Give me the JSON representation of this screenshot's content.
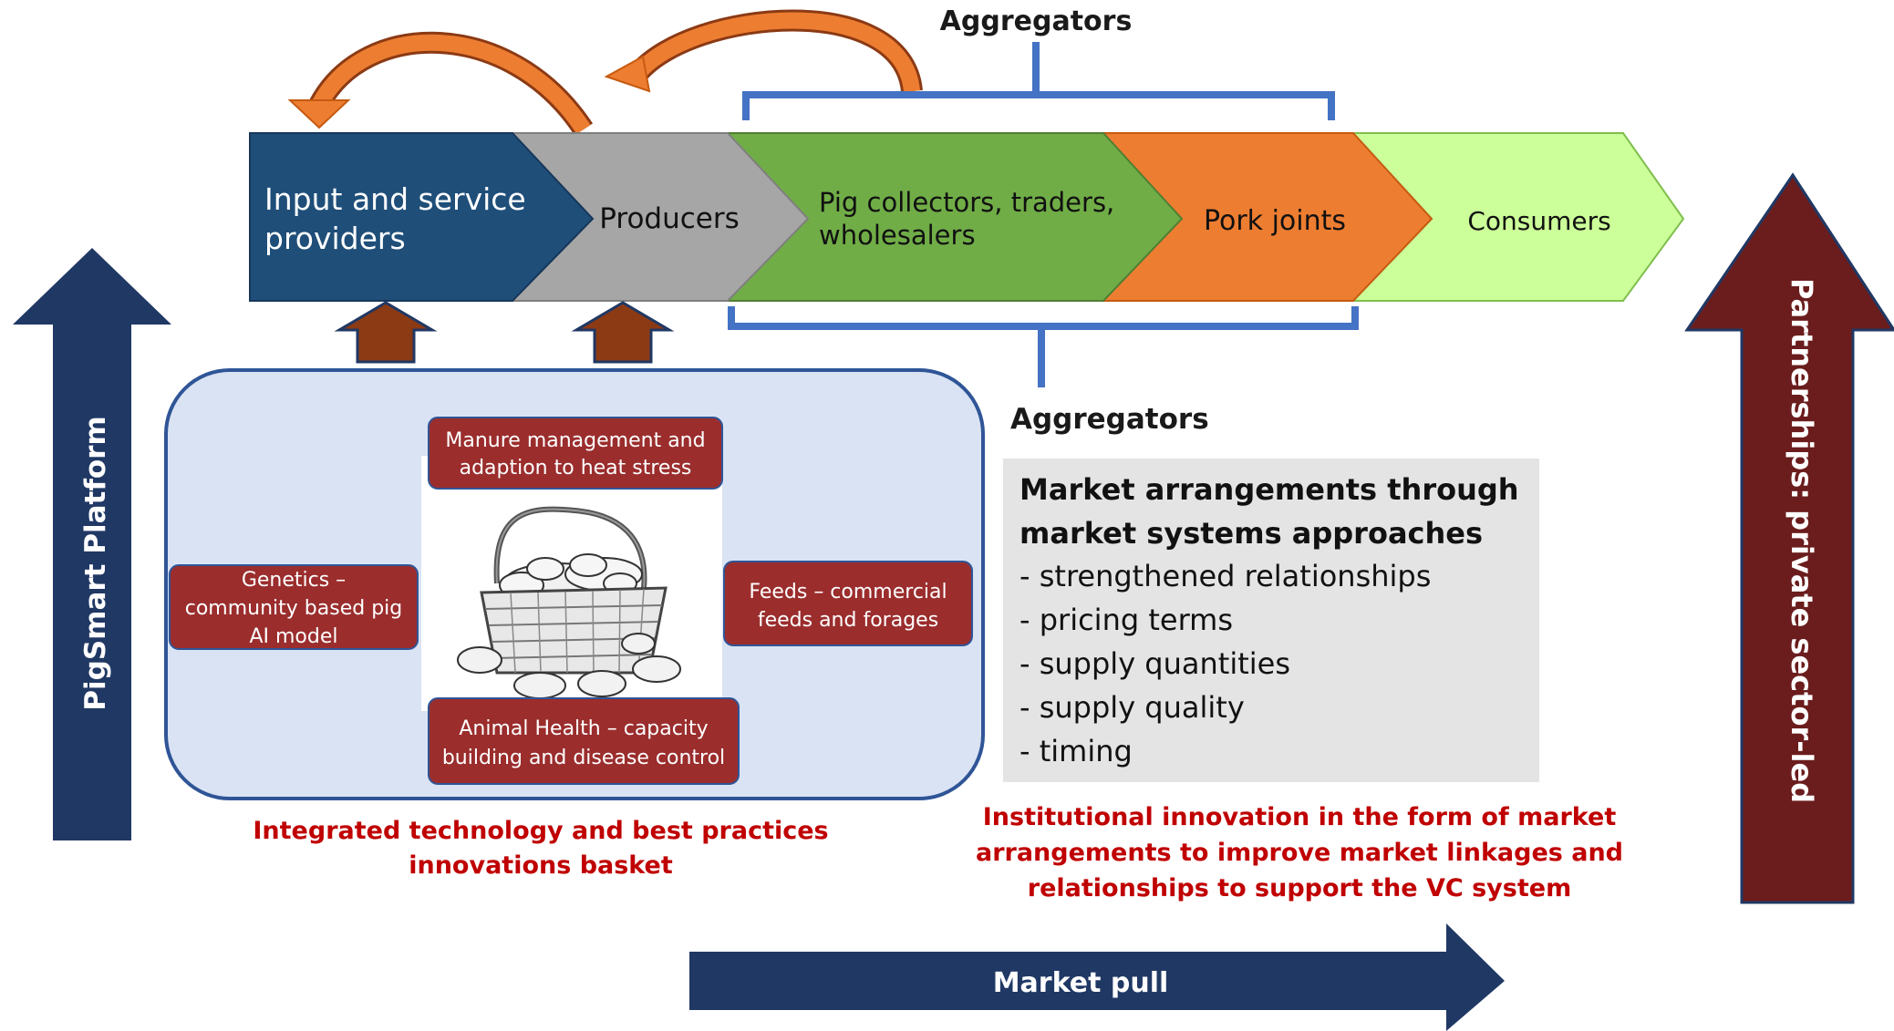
{
  "aggregators_top": "Aggregators",
  "aggregators_bottom": "Aggregators",
  "chain": {
    "input_line1": "Input and service",
    "input_line2": "providers",
    "producers": "Producers",
    "collectors_line1": "Pig collectors, traders,",
    "collectors_line2": "wholesalers",
    "pork_joints": "Pork joints",
    "consumers": "Consumers"
  },
  "basket": {
    "manure_line1": "Manure management and",
    "manure_line2": "adaption to heat stress",
    "genetics_line1": "Genetics –",
    "genetics_line2": "community based pig",
    "genetics_line3": "AI model",
    "feeds_line1": "Feeds – commercial",
    "feeds_line2": "feeds and forages",
    "health_line1": "Animal Health – capacity",
    "health_line2": "building and disease control",
    "caption_line1": "Integrated technology and best practices",
    "caption_line2": "innovations basket"
  },
  "market_box": {
    "title_line1": "Market arrangements through",
    "title_line2": "market systems approaches",
    "items": [
      "- strengthened relationships",
      "- pricing terms",
      "- supply quantities",
      "- supply quality",
      "- timing"
    ]
  },
  "institutional": {
    "line1": "Institutional innovation in the form of market",
    "line2": "arrangements to improve market linkages and",
    "line3": "relationships to support the VC system"
  },
  "left_arrow_label": "PigSmart Platform",
  "right_arrow_label": "Partnerships:  private sector-led",
  "market_pull_label": "Market pull",
  "colors": {
    "navy": "#203864",
    "input_blue": "#1f4e79",
    "grey": "#a6a6a6",
    "green": "#70ad47",
    "orange": "#ed7d31",
    "light_green": "#ccff99",
    "maroon": "#6b1d1d",
    "brown_arrow": "#8b3a14",
    "red_chip": "#9b2d2d",
    "red_text": "#c00000",
    "bracket_blue": "#4472c4"
  }
}
